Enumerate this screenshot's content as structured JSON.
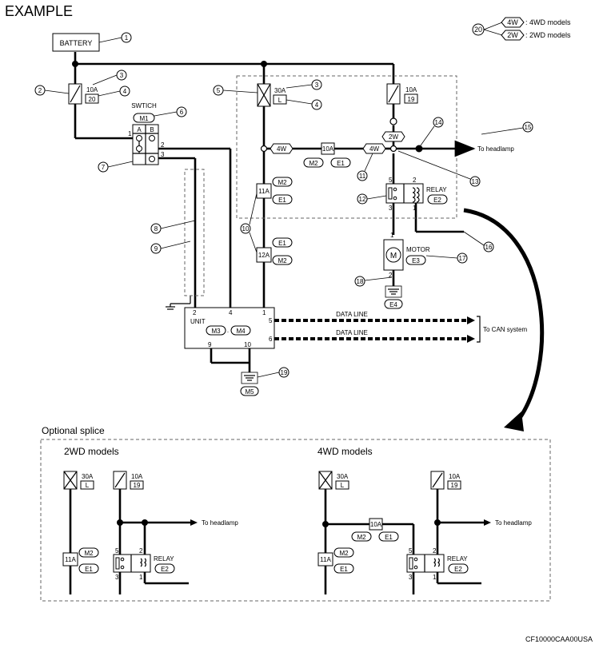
{
  "title": "EXAMPLE",
  "footer_code": "CF10000CAA00USA",
  "legend": {
    "four_wd_tag": "4W",
    "four_wd_text": ": 4WD models",
    "two_wd_tag": "2W",
    "two_wd_text": ": 2WD models",
    "callout": "20"
  },
  "diagram": {
    "battery": "BATTERY",
    "switch_title": "SWTICH",
    "switch_connector": "M1",
    "switch_col_a": "A",
    "switch_col_b": "B",
    "pin1": "1",
    "pin2": "2",
    "pin3": "3",
    "fuse_left_amp": "10A",
    "fuse_left_no": "20",
    "fuse_mid_amp": "30A",
    "fuse_mid_no": "L",
    "fuse_right_amp": "10A",
    "fuse_right_no": "19",
    "tag_4w": "4W",
    "tag_2w": "2W",
    "mid_fuse": "10A",
    "mid_fuse_conn_a": "M2",
    "mid_fuse_conn_b": "E1",
    "splice_11a": "11A",
    "splice_12a": "12A",
    "conn_m2": "M2",
    "conn_e1": "E1",
    "to_headlamp": "To headlamp",
    "relay_label": "RELAY",
    "relay_conn": "E2",
    "relay_pin5": "5",
    "relay_pin2": "2",
    "relay_pin3": "3",
    "relay_pin1": "1",
    "motor_label": "MOTOR",
    "motor_conn": "E3",
    "motor_letter": "M",
    "motor_pin1": "1",
    "motor_pin2": "2",
    "ground_e4": "E4",
    "unit_label": "UNIT",
    "unit_conn_a": "M3",
    "unit_conn_b": "M4",
    "unit_pin2": "2",
    "unit_pin4": "4",
    "unit_pin1": "1",
    "unit_pin5": "5",
    "unit_pin6": "6",
    "unit_pin9": "9",
    "unit_pin10": "10",
    "data_line": "DATA LINE",
    "to_can": "To CAN system",
    "ground_m5": "M5",
    "callouts": [
      "1",
      "2",
      "3",
      "4",
      "5",
      "3",
      "4",
      "6",
      "7",
      "8",
      "9",
      "10",
      "11",
      "12",
      "13",
      "14",
      "15",
      "16",
      "17",
      "18",
      "19"
    ]
  },
  "optional": {
    "heading": "Optional splice",
    "left_title": "2WD models",
    "right_title": "4WD models"
  }
}
